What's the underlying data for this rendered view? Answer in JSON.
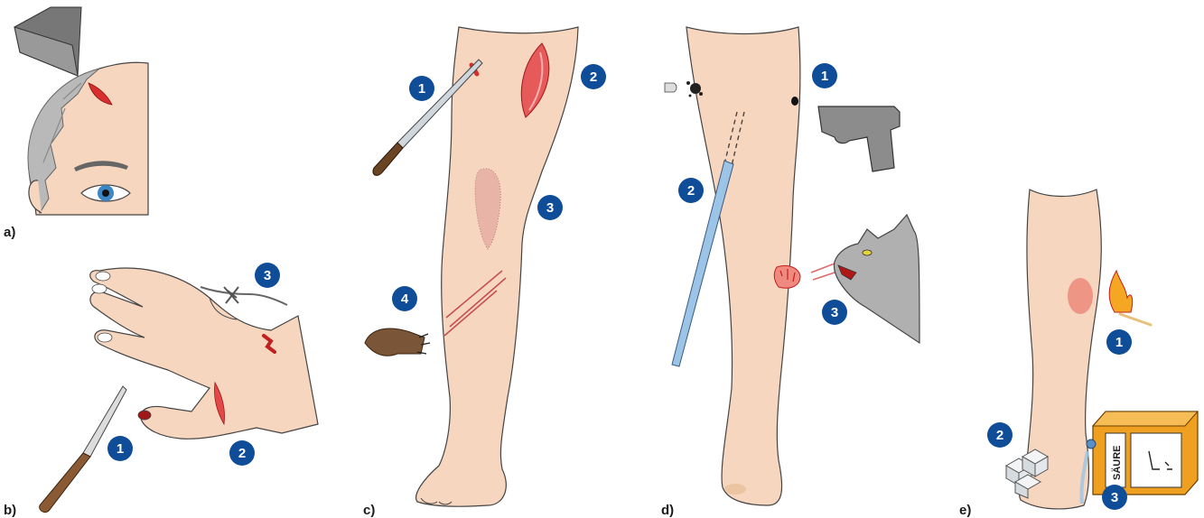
{
  "panels": [
    {
      "label": "a)"
    },
    {
      "label": "b)"
    },
    {
      "label": "c)"
    },
    {
      "label": "d)"
    },
    {
      "label": "e)"
    }
  ],
  "badges": {
    "b1": "1",
    "b2": "2",
    "b3": "3",
    "c1": "1",
    "c2": "2",
    "c3": "3",
    "c4": "4",
    "d1": "1",
    "d2": "2",
    "d3": "3",
    "e1": "1",
    "e2": "2",
    "e3": "3"
  },
  "acid_container": {
    "label": "SÄURE"
  },
  "colors": {
    "badge": "#0f4d99",
    "skin": "#f6d6bf",
    "skin_outline": "#444444",
    "wound": "#d82e2e",
    "canister": "#f0a020"
  }
}
